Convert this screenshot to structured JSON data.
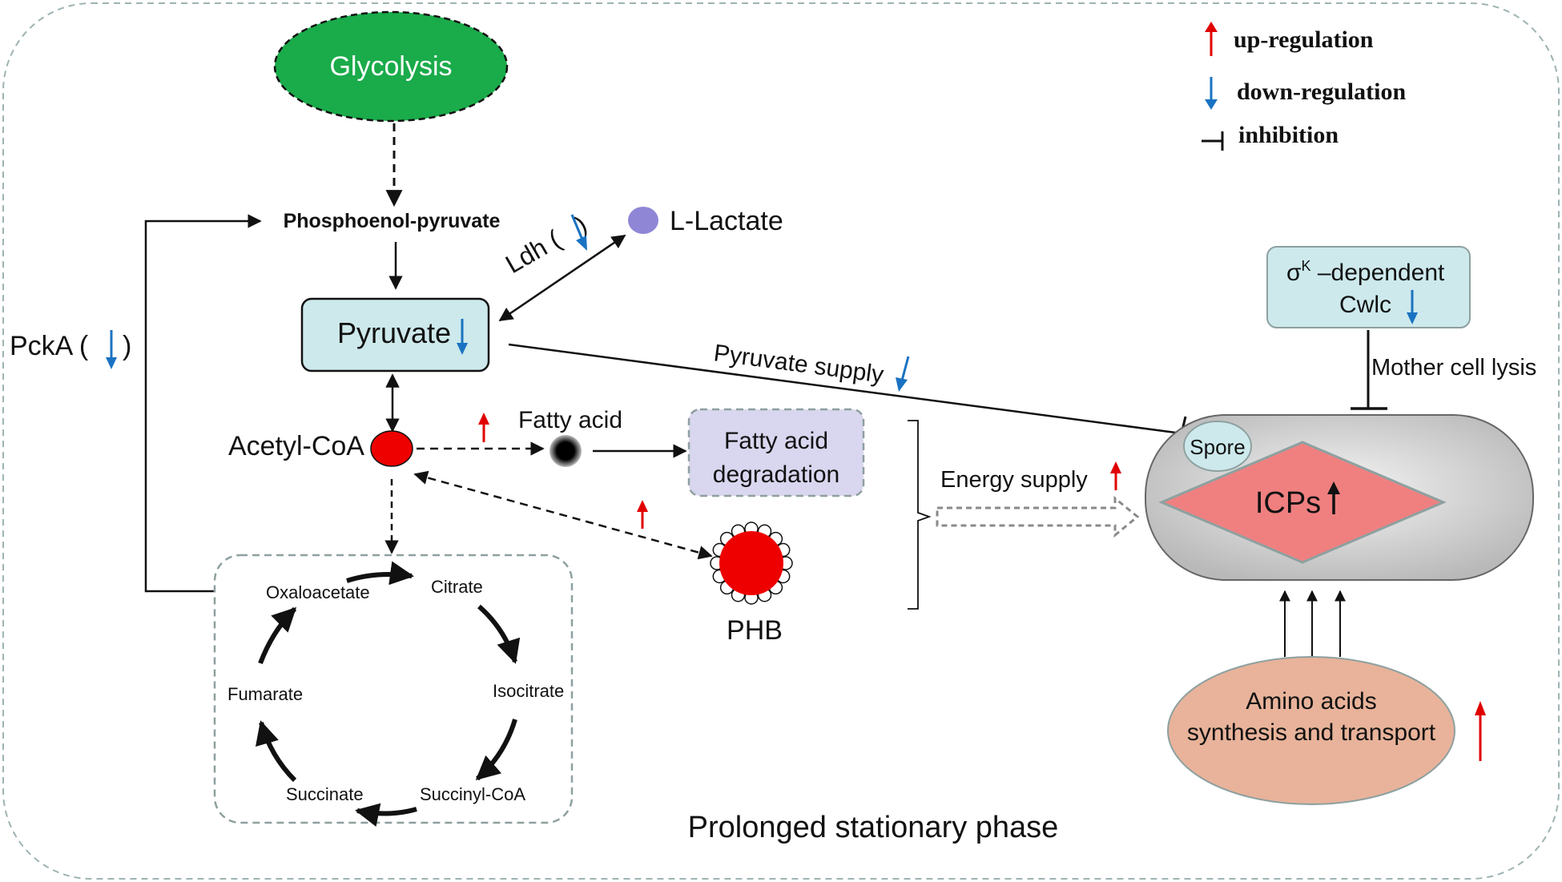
{
  "legend": {
    "up": "up-regulation",
    "down": "down-regulation",
    "inhibition": "inhibition"
  },
  "nodes": {
    "glycolysis": "Glycolysis",
    "pep": "Phosphoenol-pyruvate",
    "pyruvate": "Pyruvate",
    "lactate": "L-Lactate",
    "ldh": "Ldh (",
    "ldh_close": ")",
    "pcka": "PckA (",
    "pcka_close": ")",
    "acetylcoa": "Acetyl-CoA",
    "fatty_acid": "Fatty acid",
    "fa_degradation_line1": "Fatty acid",
    "fa_degradation_line2": "degradation",
    "phb": "PHB",
    "pyruvate_supply": "Pyruvate supply",
    "energy_supply": "Energy supply",
    "sigma_line1": "σ",
    "sigma_sup": "K",
    "sigma_rest": " –dependent",
    "sigma_line2": "Cwlc",
    "mother_cell_lysis": "Mother cell lysis",
    "spore": "Spore",
    "icps": "ICPs",
    "amino_line1": "Amino acids",
    "amino_line2": "synthesis and transport",
    "phase": "Prolonged stationary phase"
  },
  "tca": {
    "oxaloacetate": "Oxaloacetate",
    "citrate": "Citrate",
    "isocitrate": "Isocitrate",
    "succinylcoa": "Succinyl-CoA",
    "succinate": "Succinate",
    "fumarate": "Fumarate"
  },
  "colors": {
    "up": "#e00000",
    "down": "#1a73c2",
    "glycolysis": "#1aab4a",
    "box_blue": "#cde9ec",
    "box_lavender": "#d9d6ef",
    "lactate_dot": "#8f86d6",
    "red_node": "#ee0000",
    "icp_diamond": "#f08080",
    "amino": "#e8b39a",
    "cell": "#c7c7c7"
  }
}
